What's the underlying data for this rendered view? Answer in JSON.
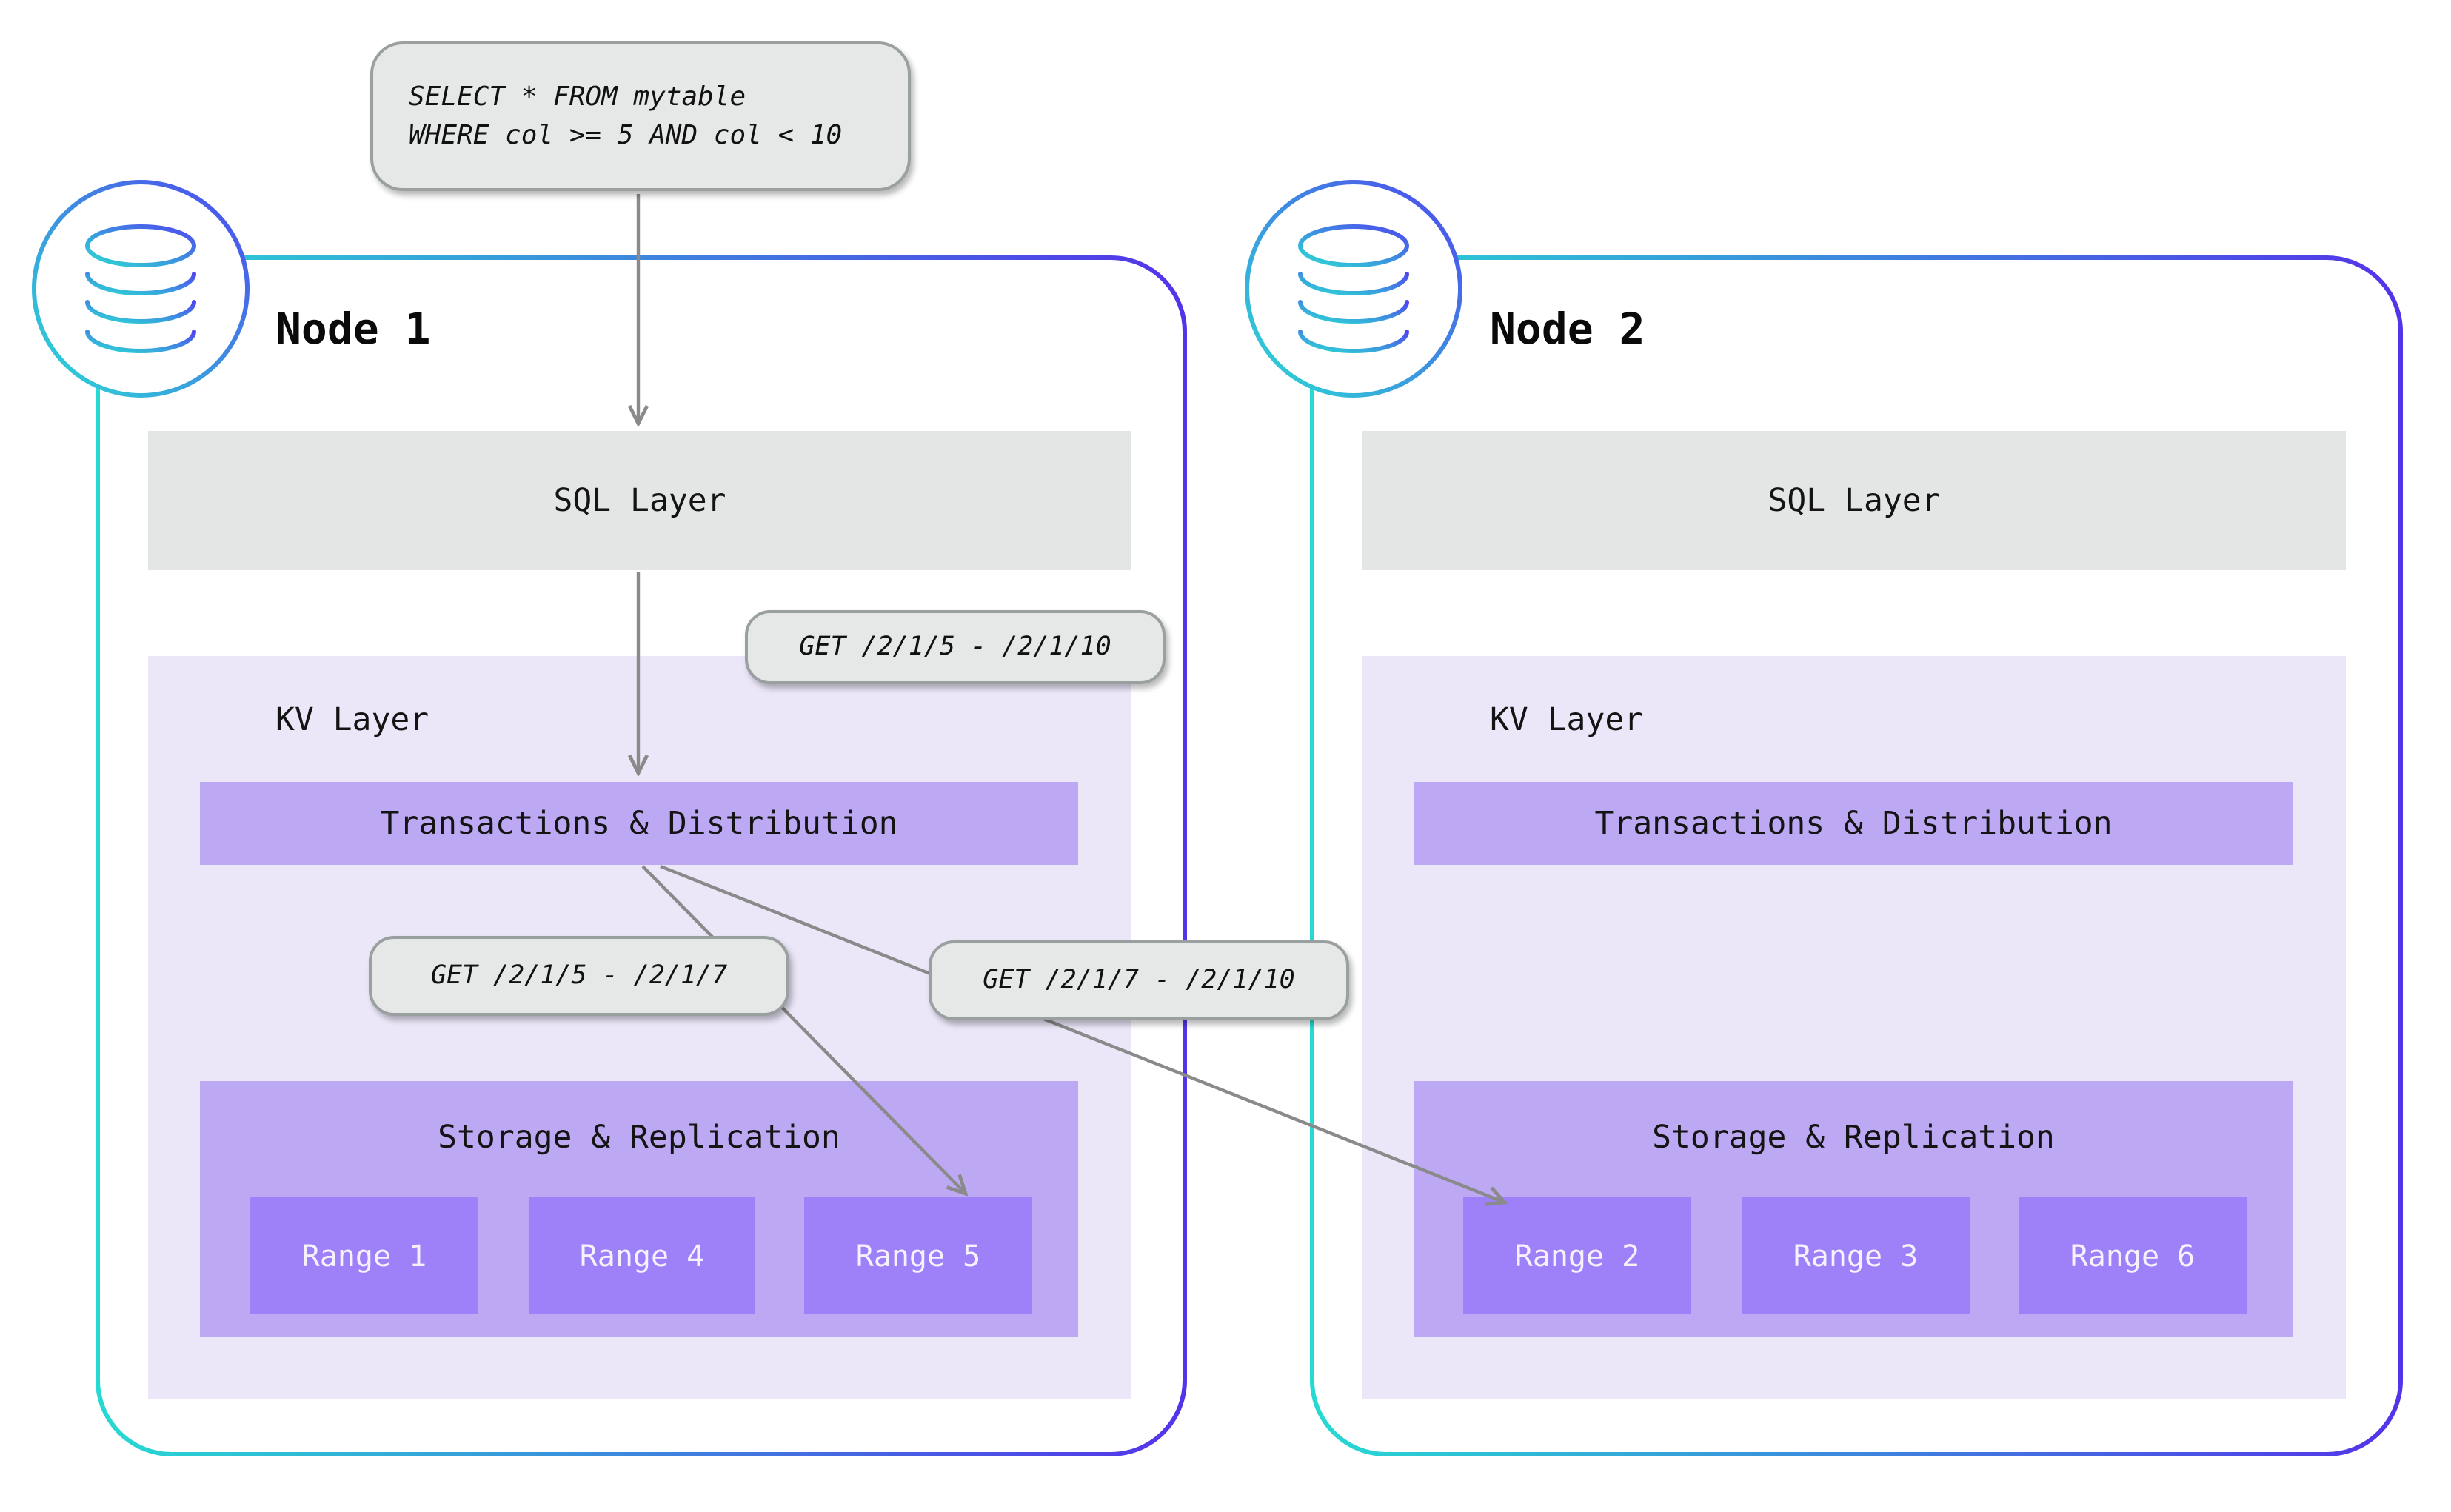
{
  "diagram": {
    "query": {
      "line1": "SELECT * FROM mytable",
      "line2": "WHERE col >= 5 AND col < 10"
    },
    "requests": {
      "full": "GET /2/1/5 - /2/1/10",
      "left": "GET /2/1/5 - /2/1/7",
      "right": "GET /2/1/7 - /2/1/10"
    },
    "nodes": [
      {
        "title": "Node 1",
        "sql": "SQL Layer",
        "kv": "KV Layer",
        "transactions": "Transactions & Distribution",
        "storage": "Storage & Replication",
        "ranges": [
          "Range 1",
          "Range 4",
          "Range 5"
        ]
      },
      {
        "title": "Node 2",
        "sql": "SQL Layer",
        "kv": "KV Layer",
        "transactions": "Transactions & Distribution",
        "storage": "Storage & Replication",
        "ranges": [
          "Range 2",
          "Range 3",
          "Range 6"
        ]
      }
    ],
    "colors": {
      "accent_teal": "#27d9d2",
      "accent_purple": "#5334e9",
      "layer_gray": "#e4e6e5",
      "kv_bg": "#ebe7f9",
      "bar_purple": "#bda9f3",
      "range_purple": "#9e80f8",
      "arrow_gray": "#8a8a8a"
    }
  }
}
